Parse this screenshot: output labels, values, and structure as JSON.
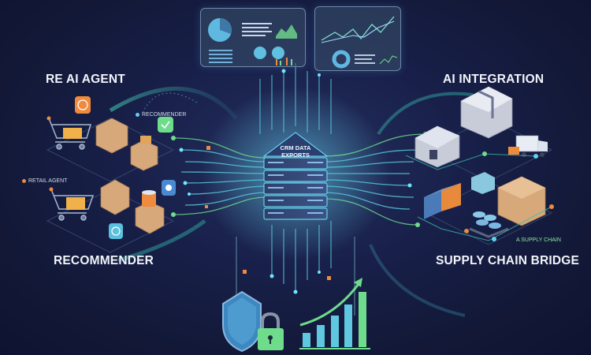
{
  "diagram": {
    "center_hub": {
      "label_line1": "CRM DATA",
      "label_line2": "EXPORTS",
      "icon": "server-stack-icon"
    },
    "sections": {
      "top_left": {
        "title": "RE AI AGENT"
      },
      "bottom_left": {
        "title": "RECOMMENDER"
      },
      "top_right": {
        "title": "AI INTEGRATION"
      },
      "bottom_right": {
        "title": "SUPPLY CHAIN BRIDGE"
      }
    },
    "small_labels": {
      "recommender": "RECOMMENDER",
      "retail_agent": "RETAIL AGENT",
      "supply_chain": "A SUPPLY CHAIN"
    },
    "icons": {
      "left": [
        "shopping-cart-icon",
        "package-box-icon",
        "currency-badge-icon",
        "check-badge-icon",
        "info-badge-icon",
        "coffee-cup-icon"
      ],
      "right": [
        "warehouse-icon",
        "delivery-truck-icon",
        "shipping-container-icon",
        "pallet-icon",
        "package-box-icon"
      ],
      "bottom": [
        "security-shield-icon",
        "padlock-icon",
        "growth-bar-chart-icon"
      ],
      "top": [
        "analytics-dashboard-icon",
        "line-chart-dashboard-icon"
      ]
    },
    "colors": {
      "background": "#141a38",
      "accent_cyan": "#5fd3f0",
      "accent_green": "#6fdc8c",
      "accent_orange": "#f08a3c",
      "box_tan": "#d7a87a",
      "text": "#f2f4fa"
    }
  }
}
